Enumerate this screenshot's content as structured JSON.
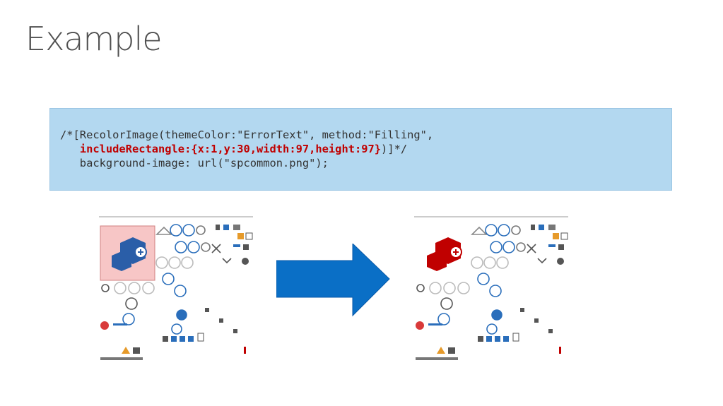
{
  "slide": {
    "title": "Example"
  },
  "code": {
    "line1": "/*[RecolorImage(themeColor:\"ErrorText\", method:\"Filling\",",
    "line2_indent": "   ",
    "line2_highlight": "includeRectangle:{x:1,y:30,width:97,height:97}",
    "line2_tail": ")]*/",
    "line3": "   background-image: url(\"spcommon.png\");"
  },
  "colors": {
    "code_bg": "#b3d8f0",
    "highlight": "#c00000",
    "icon_blue": "#2a6ebb",
    "before_fill": "#f7c6c6",
    "after_fill": "#c00000",
    "arrow": "#0a6fc6"
  },
  "images": {
    "before": "spcommon sprite (original)",
    "after": "spcommon sprite (recolored)"
  }
}
